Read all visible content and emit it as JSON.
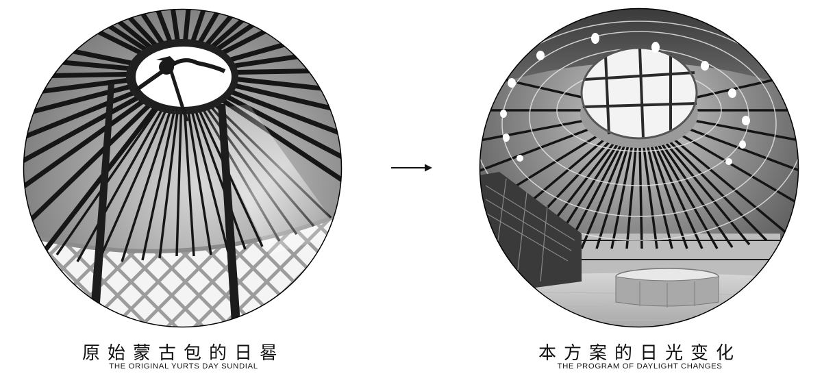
{
  "figure": {
    "left_panel": {
      "image_alt": "Interior view of traditional Mongolian yurt roof frame with crown ring, radial roof poles, two support columns and lattice wall",
      "caption_zh": "原始蒙古包的日晷",
      "caption_en": "THE ORIGINAL YURTS DAY SUNDIAL"
    },
    "arrow": {
      "icon": "right-arrow-icon",
      "direction": "right"
    },
    "right_panel": {
      "image_alt": "Interior view of the new design: domed timber roof with radial ribs, central square-grid skylight oculus, glazed perimeter and round central table",
      "caption_zh": "本方案的日光变化",
      "caption_en": "THE PROGRAM OF DAYLIGHT CHANGES"
    },
    "colors": {
      "background": "#ffffff",
      "text": "#111111",
      "circle_outline": "#000000",
      "yurt_canvas": "#8a8a8a",
      "yurt_poles": "#1a1a1a",
      "lattice": "#9a9a9a",
      "skylight": "#f2f2f2"
    }
  }
}
